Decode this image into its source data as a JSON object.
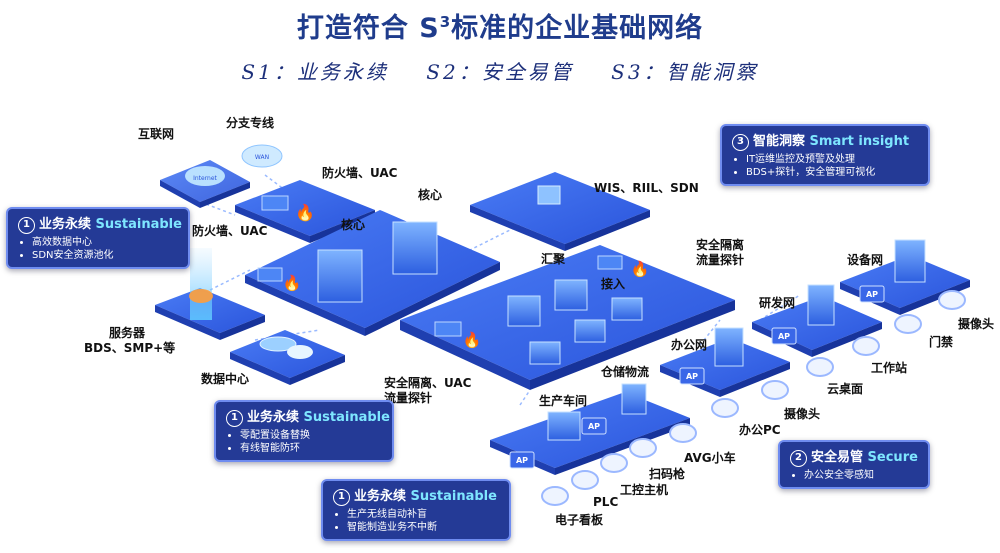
{
  "title": {
    "main": "打造符合 S",
    "sup": "3",
    "rest": "标准的企业基础网络"
  },
  "subtitle": "S1：业务永续    S2：安全易管    S3：智能洞察",
  "callouts": {
    "sustainable_left": {
      "num": "1",
      "cn": "业务永续",
      "en": "Sustainable",
      "items": [
        "高效数据中心",
        "SDN安全资源池化"
      ]
    },
    "sustainable_mid": {
      "num": "1",
      "cn": "业务永续",
      "en": "Sustainable",
      "items": [
        "零配置设备替换",
        "有线智能防环"
      ]
    },
    "sustainable_bottom": {
      "num": "1",
      "cn": "业务永续",
      "en": "Sustainable",
      "items": [
        "生产无线自动补盲",
        "智能制造业务不中断"
      ]
    },
    "smart_insight": {
      "num": "3",
      "cn": "智能洞察",
      "en": "Smart insight",
      "items": [
        "IT运维监控及预警及处理",
        "BDS+探针，安全管理可视化"
      ]
    },
    "secure": {
      "num": "2",
      "cn": "安全易管",
      "en": "Secure",
      "items": [
        "办公安全零感知"
      ]
    }
  },
  "labels": {
    "internet": "互联网",
    "branch_line": "分支专线",
    "firewall_uac_top": "防火墙、UAC",
    "firewall_uac_left": "防火墙、UAC",
    "core_1": "核心",
    "core_2": "核心",
    "wis": "WIS、RIIL、SDN",
    "aggregation": "汇聚",
    "access": "接入",
    "isolation_top_1": "安全隔离",
    "isolation_top_2": "流量探针",
    "isolation_mid_1": "安全隔离、UAC",
    "isolation_mid_2": "流量探针",
    "server_1": "服务器",
    "server_2": "BDS、SMP+等",
    "datacenter": "数据中心",
    "device_net": "设备网",
    "rnd_net": "研发网",
    "office_net": "办公网",
    "warehouse": "仓储物流",
    "workshop": "生产车间",
    "camera_1": "摄像头",
    "door": "门禁",
    "workstation": "工作站",
    "cloud_desktop": "云桌面",
    "camera_2": "摄像头",
    "office_pc": "办公PC",
    "agv": "AVG小车",
    "scanner": "扫码枪",
    "ipc": "工控主机",
    "plc": "PLC",
    "board": "电子看板",
    "wan_tag": "WAN",
    "internet_tag": "Internet",
    "ap": "AP"
  },
  "colors": {
    "platform": "#2f5de6",
    "platform_top": "#3d6ff0",
    "title": "#1f3c8c",
    "callout": "#243a96",
    "fire": "#ff5a1f"
  }
}
